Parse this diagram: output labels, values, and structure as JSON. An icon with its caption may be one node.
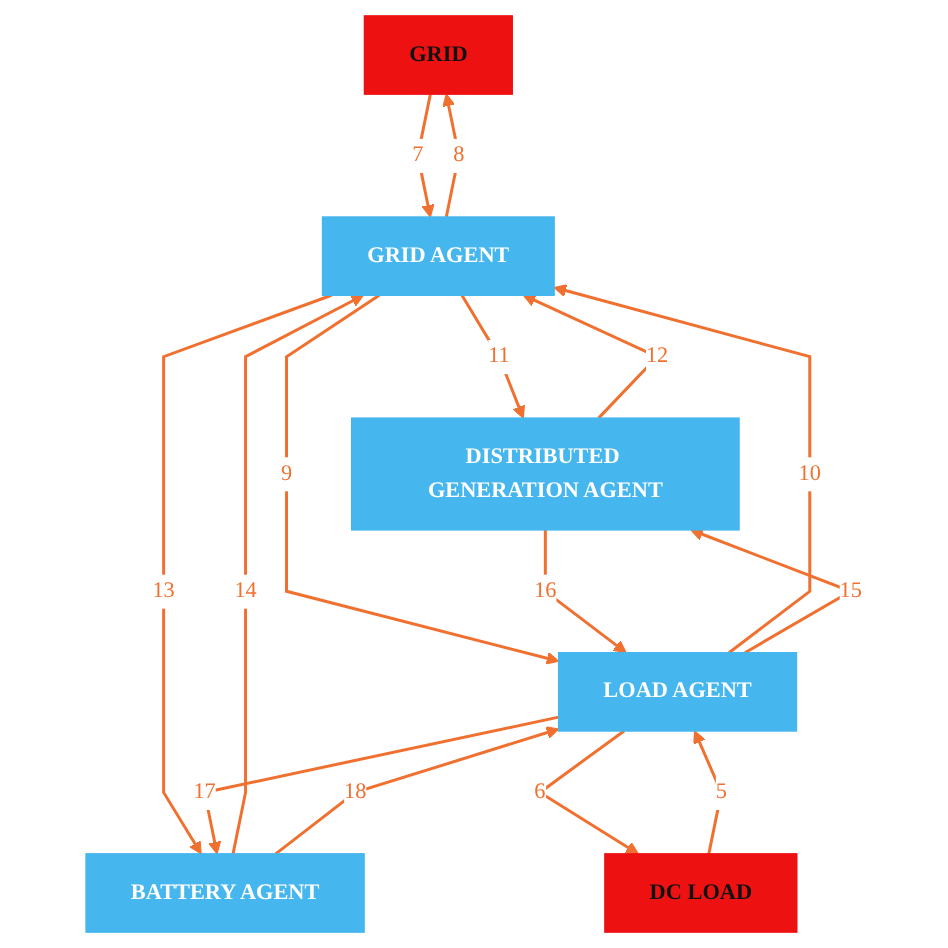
{
  "diagram": {
    "nodes": [
      {
        "text": [
          "GRID"
        ]
      },
      {
        "text": [
          "GRID AGENT"
        ]
      },
      {
        "text": [
          "DISTRIBUTED GENERATION AGENT"
        ]
      },
      {
        "text": [
          "BATTERY AGENT"
        ]
      },
      {
        "text": [
          "LOAD AGENT"
        ]
      },
      {
        "text": [
          "DC LOAD"
        ]
      }
    ],
    "edges": [
      {
        "from": 0,
        "to": 1,
        "arrow": "to",
        "label": "7"
      },
      {
        "from": 1,
        "to": 0,
        "arrow": "to",
        "label": "8"
      },
      {
        "from": 1,
        "to": 2,
        "arrow": "to",
        "label": "11"
      },
      {
        "from": 2,
        "to": 1,
        "arrow": "to",
        "label": "12"
      },
      {
        "from": 3,
        "to": 1,
        "arrow": "to",
        "label": "14"
      },
      {
        "from": 1,
        "to": 3,
        "arrow": "to",
        "label": "13"
      },
      {
        "from": 1,
        "to": 4,
        "arrow": "to",
        "label": "9"
      },
      {
        "from": 4,
        "to": 1,
        "arrow": "to",
        "label": "10"
      },
      {
        "from": 4,
        "to": 2,
        "arrow": "to",
        "label": "15"
      },
      {
        "from": 2,
        "to": 4,
        "arrow": "to",
        "label": "16"
      },
      {
        "from": 4,
        "to": 3,
        "arrow": "to",
        "label": "17"
      },
      {
        "from": 3,
        "to": 4,
        "arrow": "to",
        "label": "18"
      },
      {
        "from": 5,
        "to": 4,
        "arrow": "to",
        "label": "5"
      },
      {
        "from": 4,
        "to": 5,
        "arrow": "to",
        "label": "6"
      }
    ]
  }
}
